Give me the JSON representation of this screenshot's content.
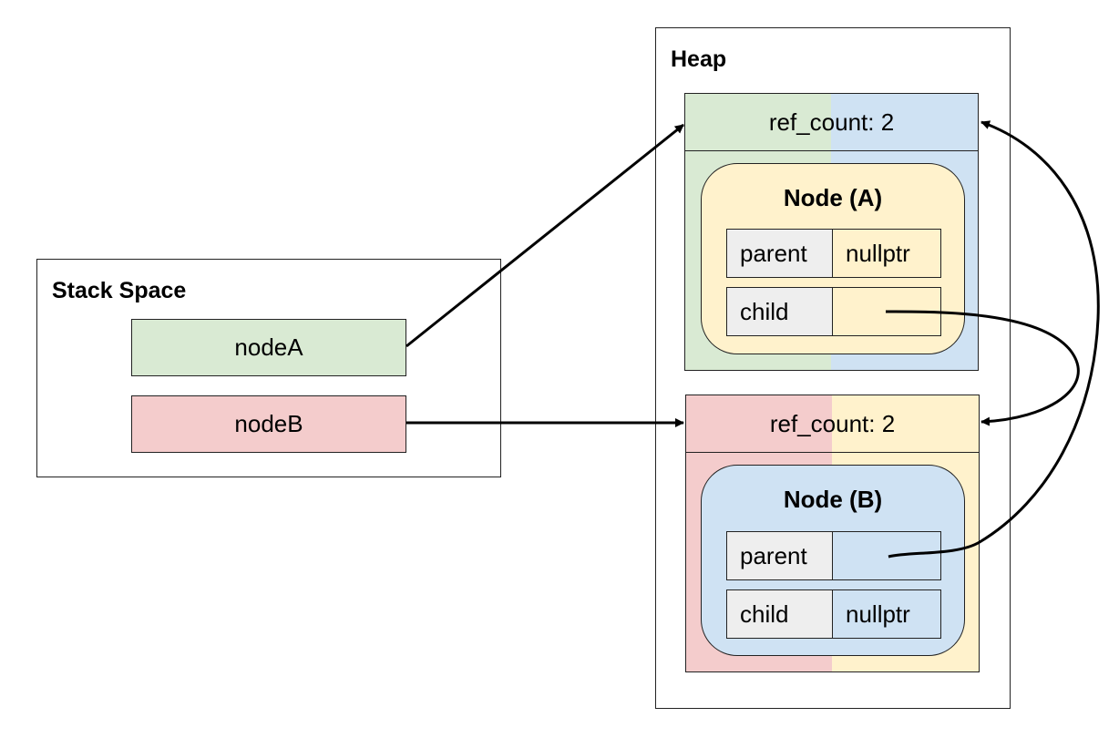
{
  "colors": {
    "green": "#d9ead3",
    "red": "#f4cccc",
    "blue": "#cfe2f3",
    "yellow": "#fff2cc",
    "gray": "#eeeeee",
    "stroke": "#222222"
  },
  "stack": {
    "title": "Stack Space",
    "vars": [
      "nodeA",
      "nodeB"
    ]
  },
  "heap": {
    "title": "Heap",
    "blocks": [
      {
        "ref_count": "ref_count: 2",
        "node_title": "Node (A)",
        "fields": [
          {
            "name": "parent",
            "value": "nullptr"
          },
          {
            "name": "child",
            "value": ""
          }
        ]
      },
      {
        "ref_count": "ref_count: 2",
        "node_title": "Node (B)",
        "fields": [
          {
            "name": "parent",
            "value": ""
          },
          {
            "name": "child",
            "value": "nullptr"
          }
        ]
      }
    ]
  },
  "arrows": [
    {
      "from": "nodeA",
      "to": "heap-block-a"
    },
    {
      "from": "nodeB",
      "to": "heap-block-b"
    },
    {
      "from": "node-a-child",
      "to": "heap-block-b"
    },
    {
      "from": "node-b-parent",
      "to": "heap-block-a"
    }
  ]
}
